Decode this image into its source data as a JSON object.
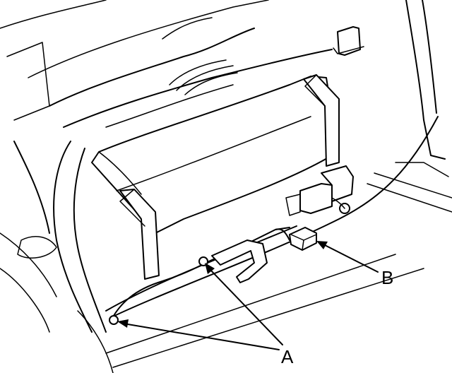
{
  "diagram": {
    "callouts": [
      {
        "id": "A",
        "label": "A",
        "targets": 2
      },
      {
        "id": "B",
        "label": "B",
        "targets": 1
      }
    ],
    "colors": {
      "line": "#000000",
      "background": "#ffffff"
    }
  }
}
